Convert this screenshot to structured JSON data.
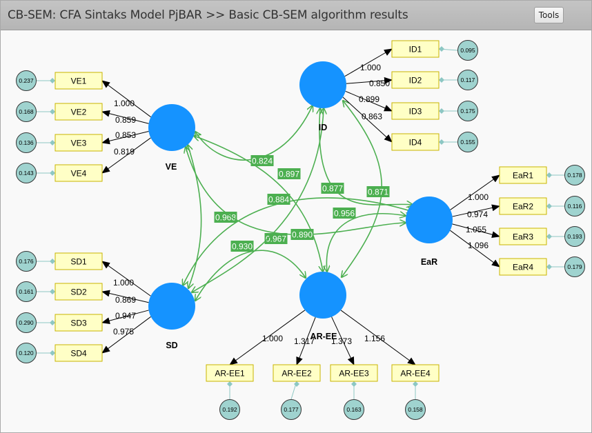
{
  "window": {
    "title": "CB-SEM: CFA Sintaks Model PjBAR >> Basic CB-SEM algorithm results",
    "tools_label": "Tools"
  },
  "colors": {
    "latent_fill": "#1593ff",
    "indicator_border": "#c8b400",
    "indicator_fill": "#ffffc6",
    "error_fill": "#9fd3cf",
    "covariance": "#4caf50",
    "arrow": "#000000"
  },
  "latent_variables": [
    {
      "id": "VE",
      "label": "VE"
    },
    {
      "id": "ID",
      "label": "ID"
    },
    {
      "id": "EaR",
      "label": "EaR"
    },
    {
      "id": "SD",
      "label": "SD"
    },
    {
      "id": "AR-EE",
      "label": "AR-EE"
    }
  ],
  "measurement": [
    {
      "latent": "VE",
      "indicators": [
        {
          "name": "VE1",
          "loading": "1.000",
          "error": "0.237"
        },
        {
          "name": "VE2",
          "loading": "0.859",
          "error": "0.168"
        },
        {
          "name": "VE3",
          "loading": "0.853",
          "error": "0.136"
        },
        {
          "name": "VE4",
          "loading": "0.819",
          "error": "0.143"
        }
      ]
    },
    {
      "latent": "ID",
      "indicators": [
        {
          "name": "ID1",
          "loading": "1.000",
          "error": "0.095"
        },
        {
          "name": "ID2",
          "loading": "0.850",
          "error": "0.117"
        },
        {
          "name": "ID3",
          "loading": "0.899",
          "error": "0.175"
        },
        {
          "name": "ID4",
          "loading": "0.863",
          "error": "0.155"
        }
      ]
    },
    {
      "latent": "EaR",
      "indicators": [
        {
          "name": "EaR1",
          "loading": "1.000",
          "error": "0.178"
        },
        {
          "name": "EaR2",
          "loading": "0.974",
          "error": "0.116"
        },
        {
          "name": "EaR3",
          "loading": "1.055",
          "error": "0.193"
        },
        {
          "name": "EaR4",
          "loading": "1.096",
          "error": "0.179"
        }
      ]
    },
    {
      "latent": "SD",
      "indicators": [
        {
          "name": "SD1",
          "loading": "1.000",
          "error": "0.176"
        },
        {
          "name": "SD2",
          "loading": "0.869",
          "error": "0.161"
        },
        {
          "name": "SD3",
          "loading": "0.947",
          "error": "0.290"
        },
        {
          "name": "SD4",
          "loading": "0.975",
          "error": "0.120"
        }
      ]
    },
    {
      "latent": "AR-EE",
      "indicators": [
        {
          "name": "AR-EE1",
          "loading": "1.000",
          "error": "0.192"
        },
        {
          "name": "AR-EE2",
          "loading": "1.317",
          "error": "0.177"
        },
        {
          "name": "AR-EE3",
          "loading": "1.373",
          "error": "0.163"
        },
        {
          "name": "AR-EE4",
          "loading": "1.156",
          "error": "0.158"
        }
      ]
    }
  ],
  "covariances": [
    {
      "from": "VE",
      "to": "ID",
      "value": "0.824"
    },
    {
      "from": "VE",
      "to": "AR-EE",
      "value": "0.897"
    },
    {
      "from": "VE",
      "to": "SD",
      "value": "0.968"
    },
    {
      "from": "VE",
      "to": "EaR",
      "value": "0.967"
    },
    {
      "from": "ID",
      "to": "EaR",
      "value": "0.877"
    },
    {
      "from": "ID",
      "to": "AR-EE",
      "value": "0.871"
    },
    {
      "from": "ID",
      "to": "SD",
      "value": "0.890"
    },
    {
      "from": "SD",
      "to": "EaR",
      "value": "0.884"
    },
    {
      "from": "SD",
      "to": "AR-EE",
      "value": "0.930"
    },
    {
      "from": "AR-EE",
      "to": "EaR",
      "value": "0.956"
    }
  ]
}
